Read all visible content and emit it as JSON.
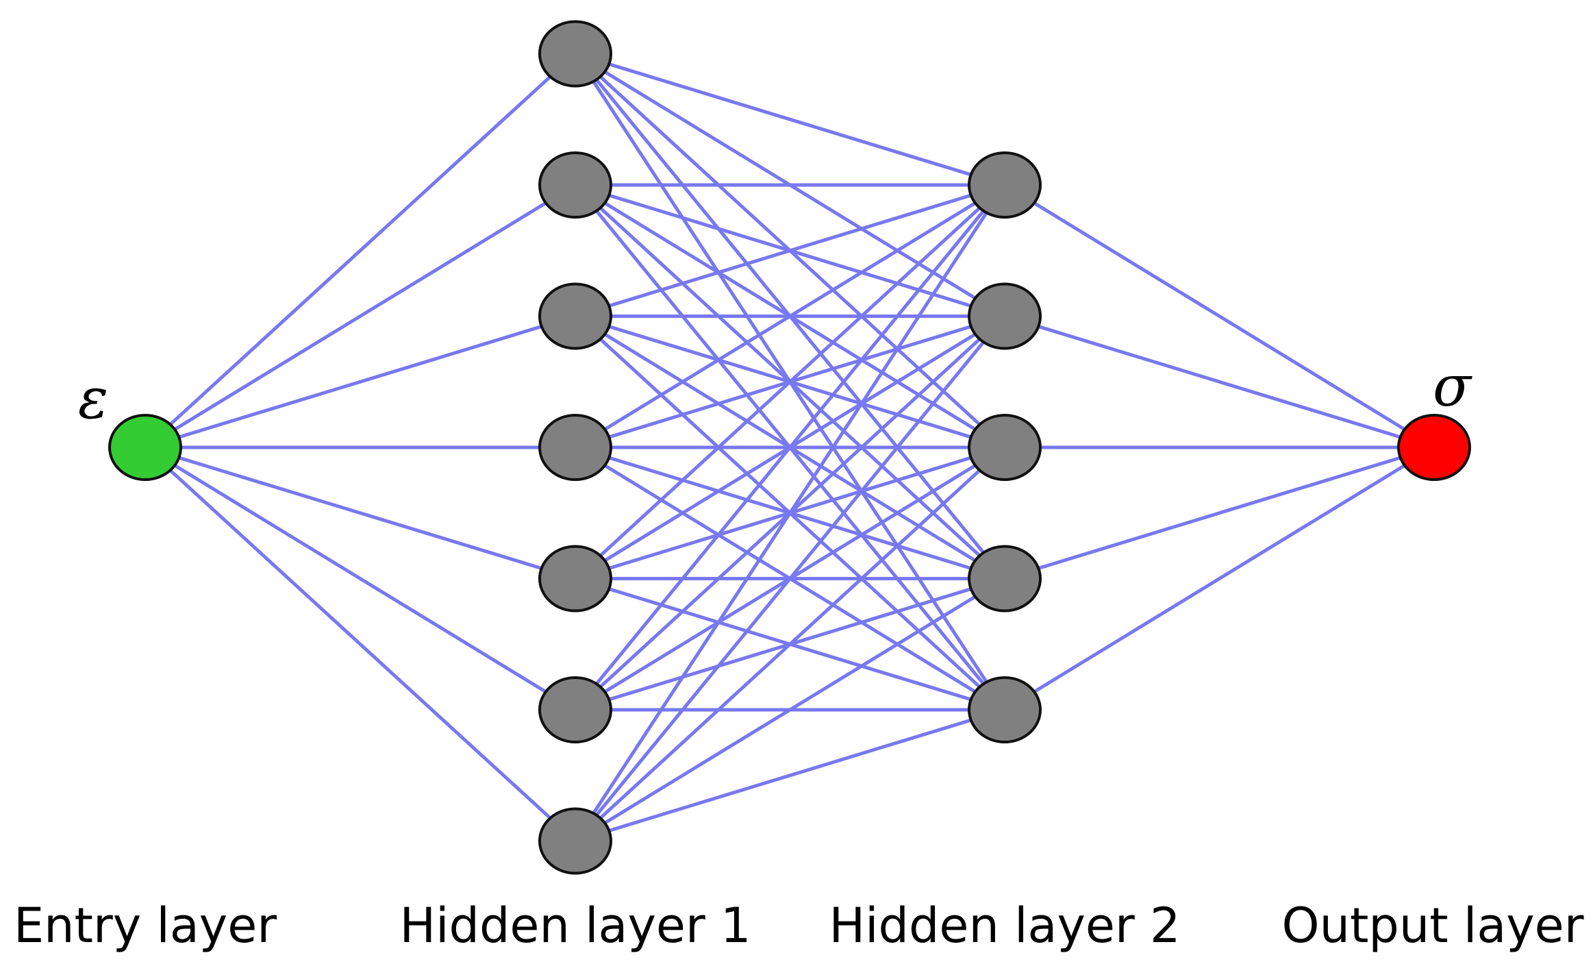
{
  "layers": [
    {
      "label": "Entry layer",
      "units": 1,
      "color": "#33cc33",
      "symbol": "ε"
    },
    {
      "label": "Hidden layer 1",
      "units": 7,
      "color": "#808080"
    },
    {
      "label": "Hidden layer 2",
      "units": 5,
      "color": "#808080"
    },
    {
      "label": "Output layer",
      "units": 1,
      "color": "#ff0000",
      "symbol": "σ"
    }
  ],
  "connections": "fully-connected",
  "edge_color": "#7878f0",
  "node_outline_color": "#111111"
}
